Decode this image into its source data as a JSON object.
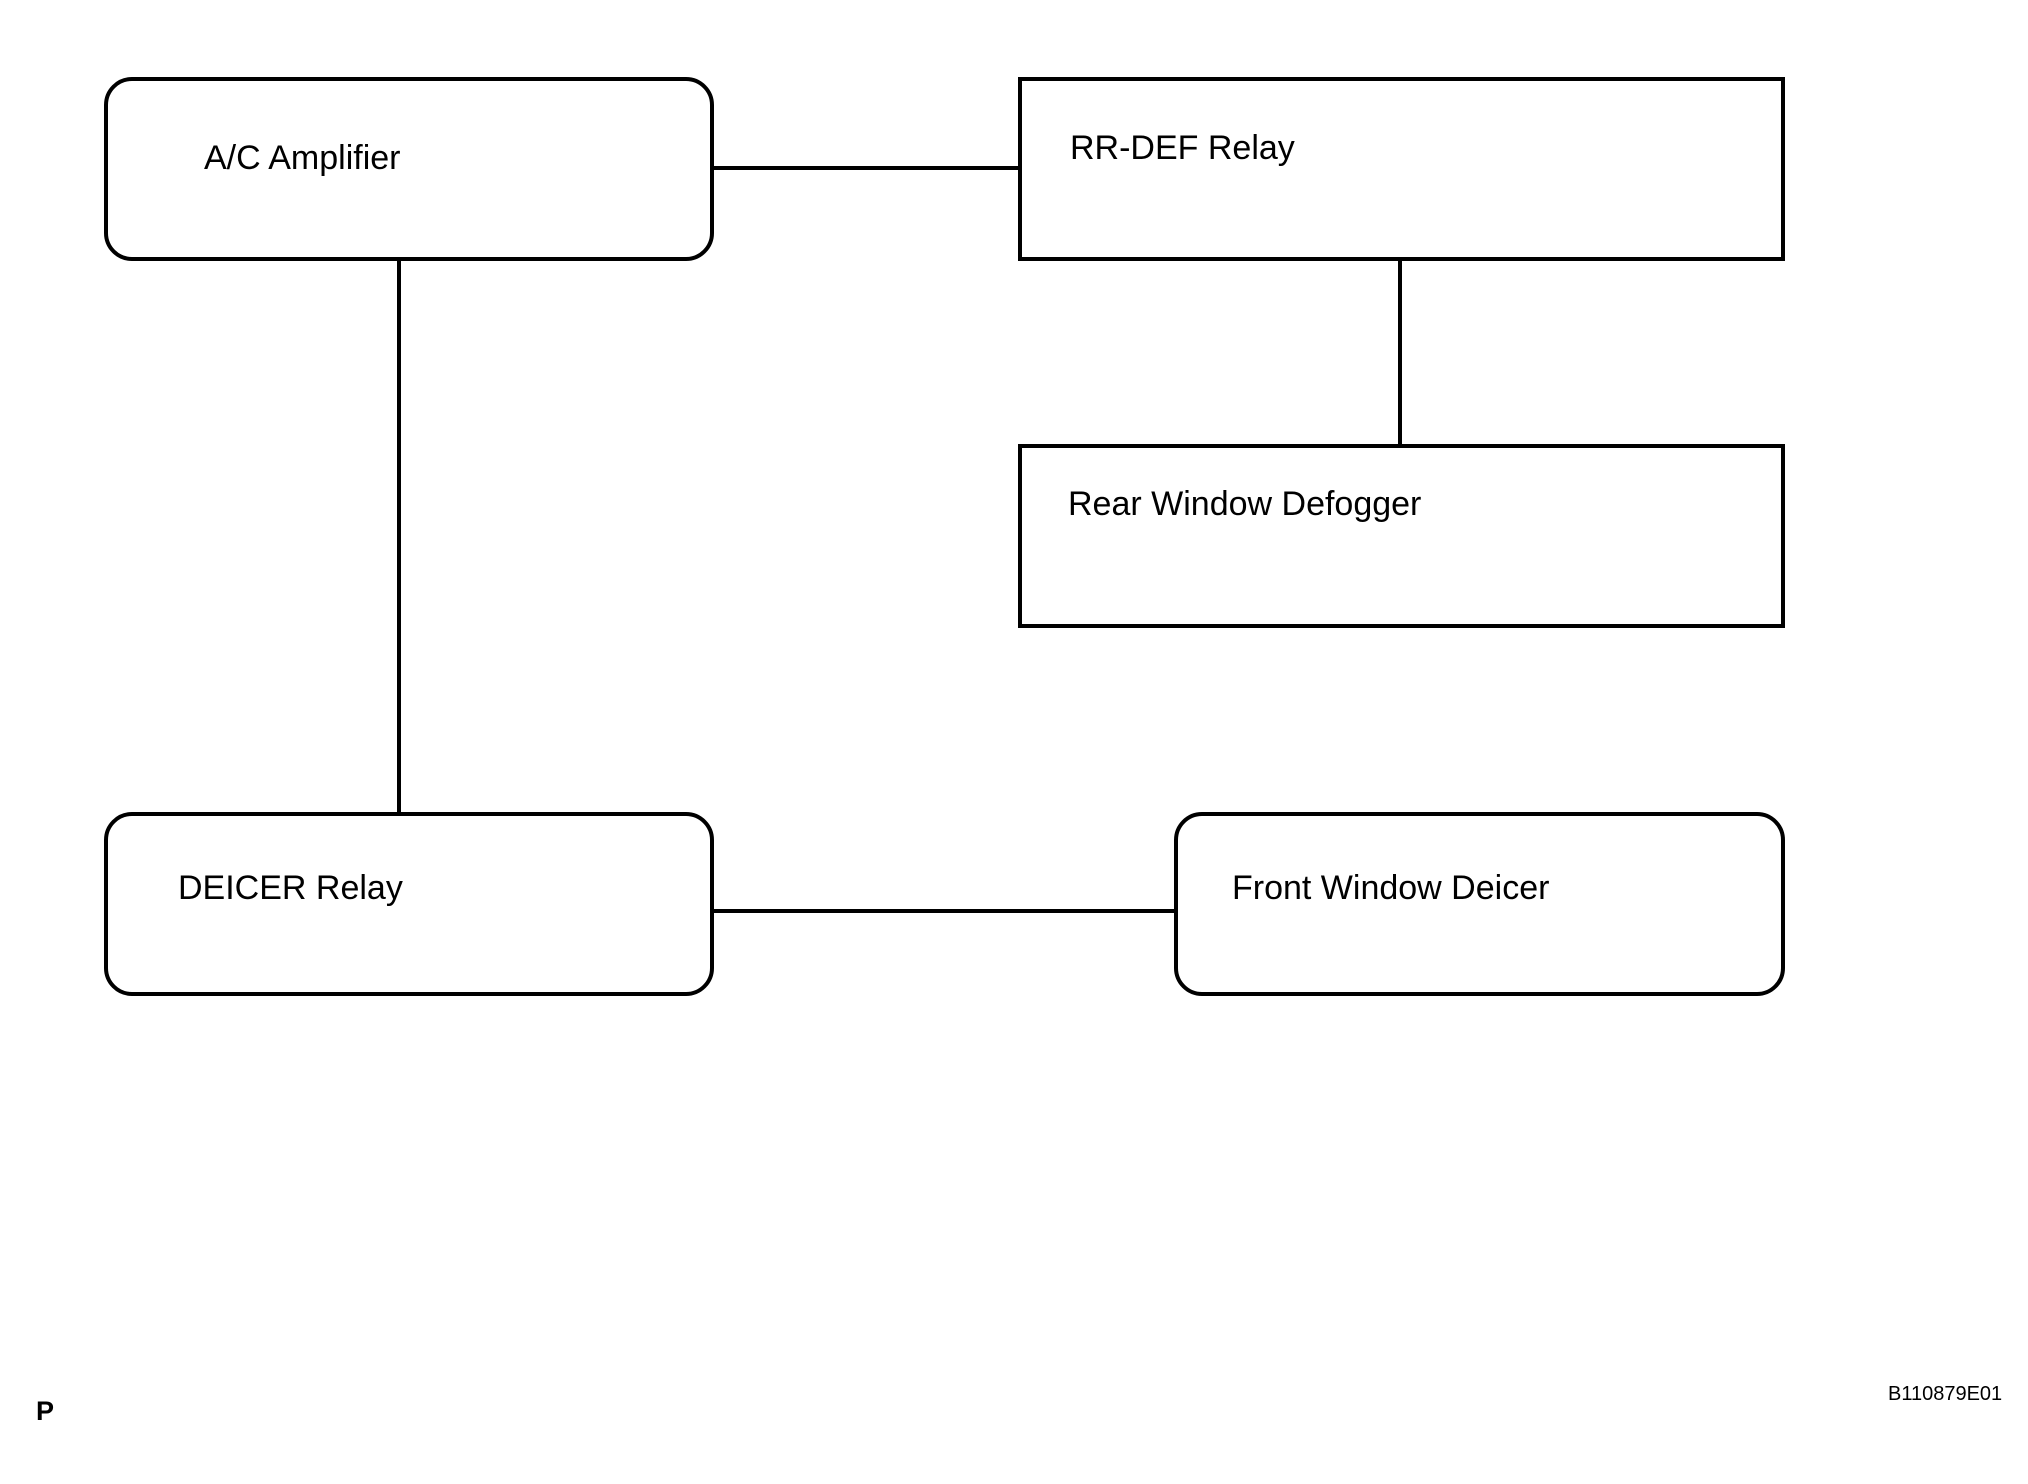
{
  "diagram": {
    "nodes": {
      "ac_amplifier": "A/C Amplifier",
      "rr_def_relay": "RR-DEF Relay",
      "rear_window_defogger": "Rear Window Defogger",
      "deicer_relay": "DEICER Relay",
      "front_window_deicer": "Front Window Deicer"
    },
    "connections": [
      [
        "ac_amplifier",
        "rr_def_relay"
      ],
      [
        "rr_def_relay",
        "rear_window_defogger"
      ],
      [
        "ac_amplifier",
        "deicer_relay"
      ],
      [
        "deicer_relay",
        "front_window_deicer"
      ]
    ]
  },
  "footer": {
    "page_mark": "P",
    "figure_code": "B110879E01"
  },
  "colors": {
    "line": "#000000",
    "background": "#ffffff"
  }
}
